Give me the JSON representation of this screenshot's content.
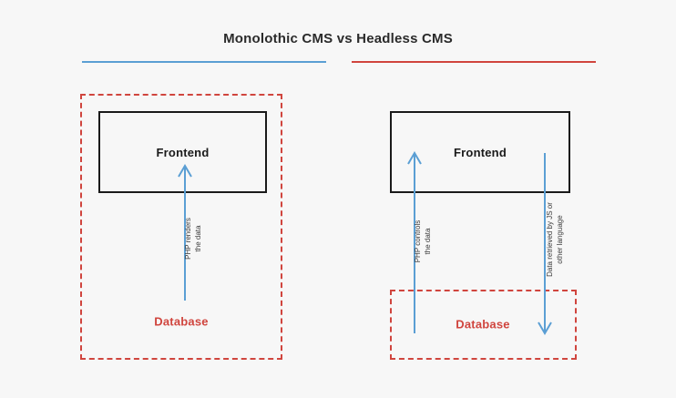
{
  "title": "Monolothic CMS vs Headless CMS",
  "colors": {
    "background": "#f7f7f7",
    "blue": "#5b9fd4",
    "red": "#d0453e",
    "black": "#1a1a1a"
  },
  "monolithic": {
    "frontend_label": "Frontend",
    "database_label": "Database",
    "arrow_label": "PHP renders\nthe data"
  },
  "headless": {
    "frontend_label": "Frontend",
    "database_label": "Database",
    "up_arrow_label": "PHP controls\nthe data",
    "down_arrow_label": "Data retrieved by JS or\nother language"
  }
}
